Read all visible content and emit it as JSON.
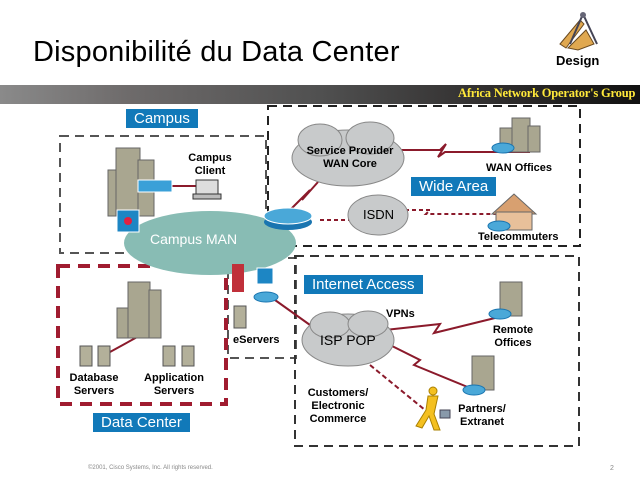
{
  "header": {
    "title": "Disponibilité du Data Center",
    "badge_label": "Design",
    "banner_text": "Africa Network Operator's Group",
    "design_icon": "compass-square-icon"
  },
  "zones": {
    "campus": "Campus",
    "wide_area": "Wide Area",
    "internet_access": "Internet Access",
    "data_center": "Data Center"
  },
  "labels": {
    "campus_client": [
      "Campus",
      "Client"
    ],
    "campus_man": "Campus MAN",
    "sp_core": [
      "Service Provider",
      "WAN Core"
    ],
    "isdn": "ISDN",
    "wan_offices": "WAN Offices",
    "telecommuters": "Telecommuters",
    "eservers": "eServers",
    "isp_pop": "ISP POP",
    "vpns": "VPNs",
    "remote_offices": [
      "Remote",
      "Offices"
    ],
    "partners": [
      "Partners/",
      "Extranet"
    ],
    "customers": [
      "Customers/",
      "Electronic",
      "Commerce"
    ],
    "db_servers": [
      "Database",
      "Servers"
    ],
    "app_servers": [
      "Application",
      "Servers"
    ]
  },
  "footer": {
    "copyright": "©2001, Cisco Systems, Inc. All rights reserved.",
    "page_number": "2"
  },
  "colors": {
    "tag_blue": "#1179b9",
    "link_red": "#8b1a2b",
    "cloud_gray": "#c8cacb",
    "man_teal": "#88bcb4",
    "banner_yellow": "#ffe93a"
  }
}
